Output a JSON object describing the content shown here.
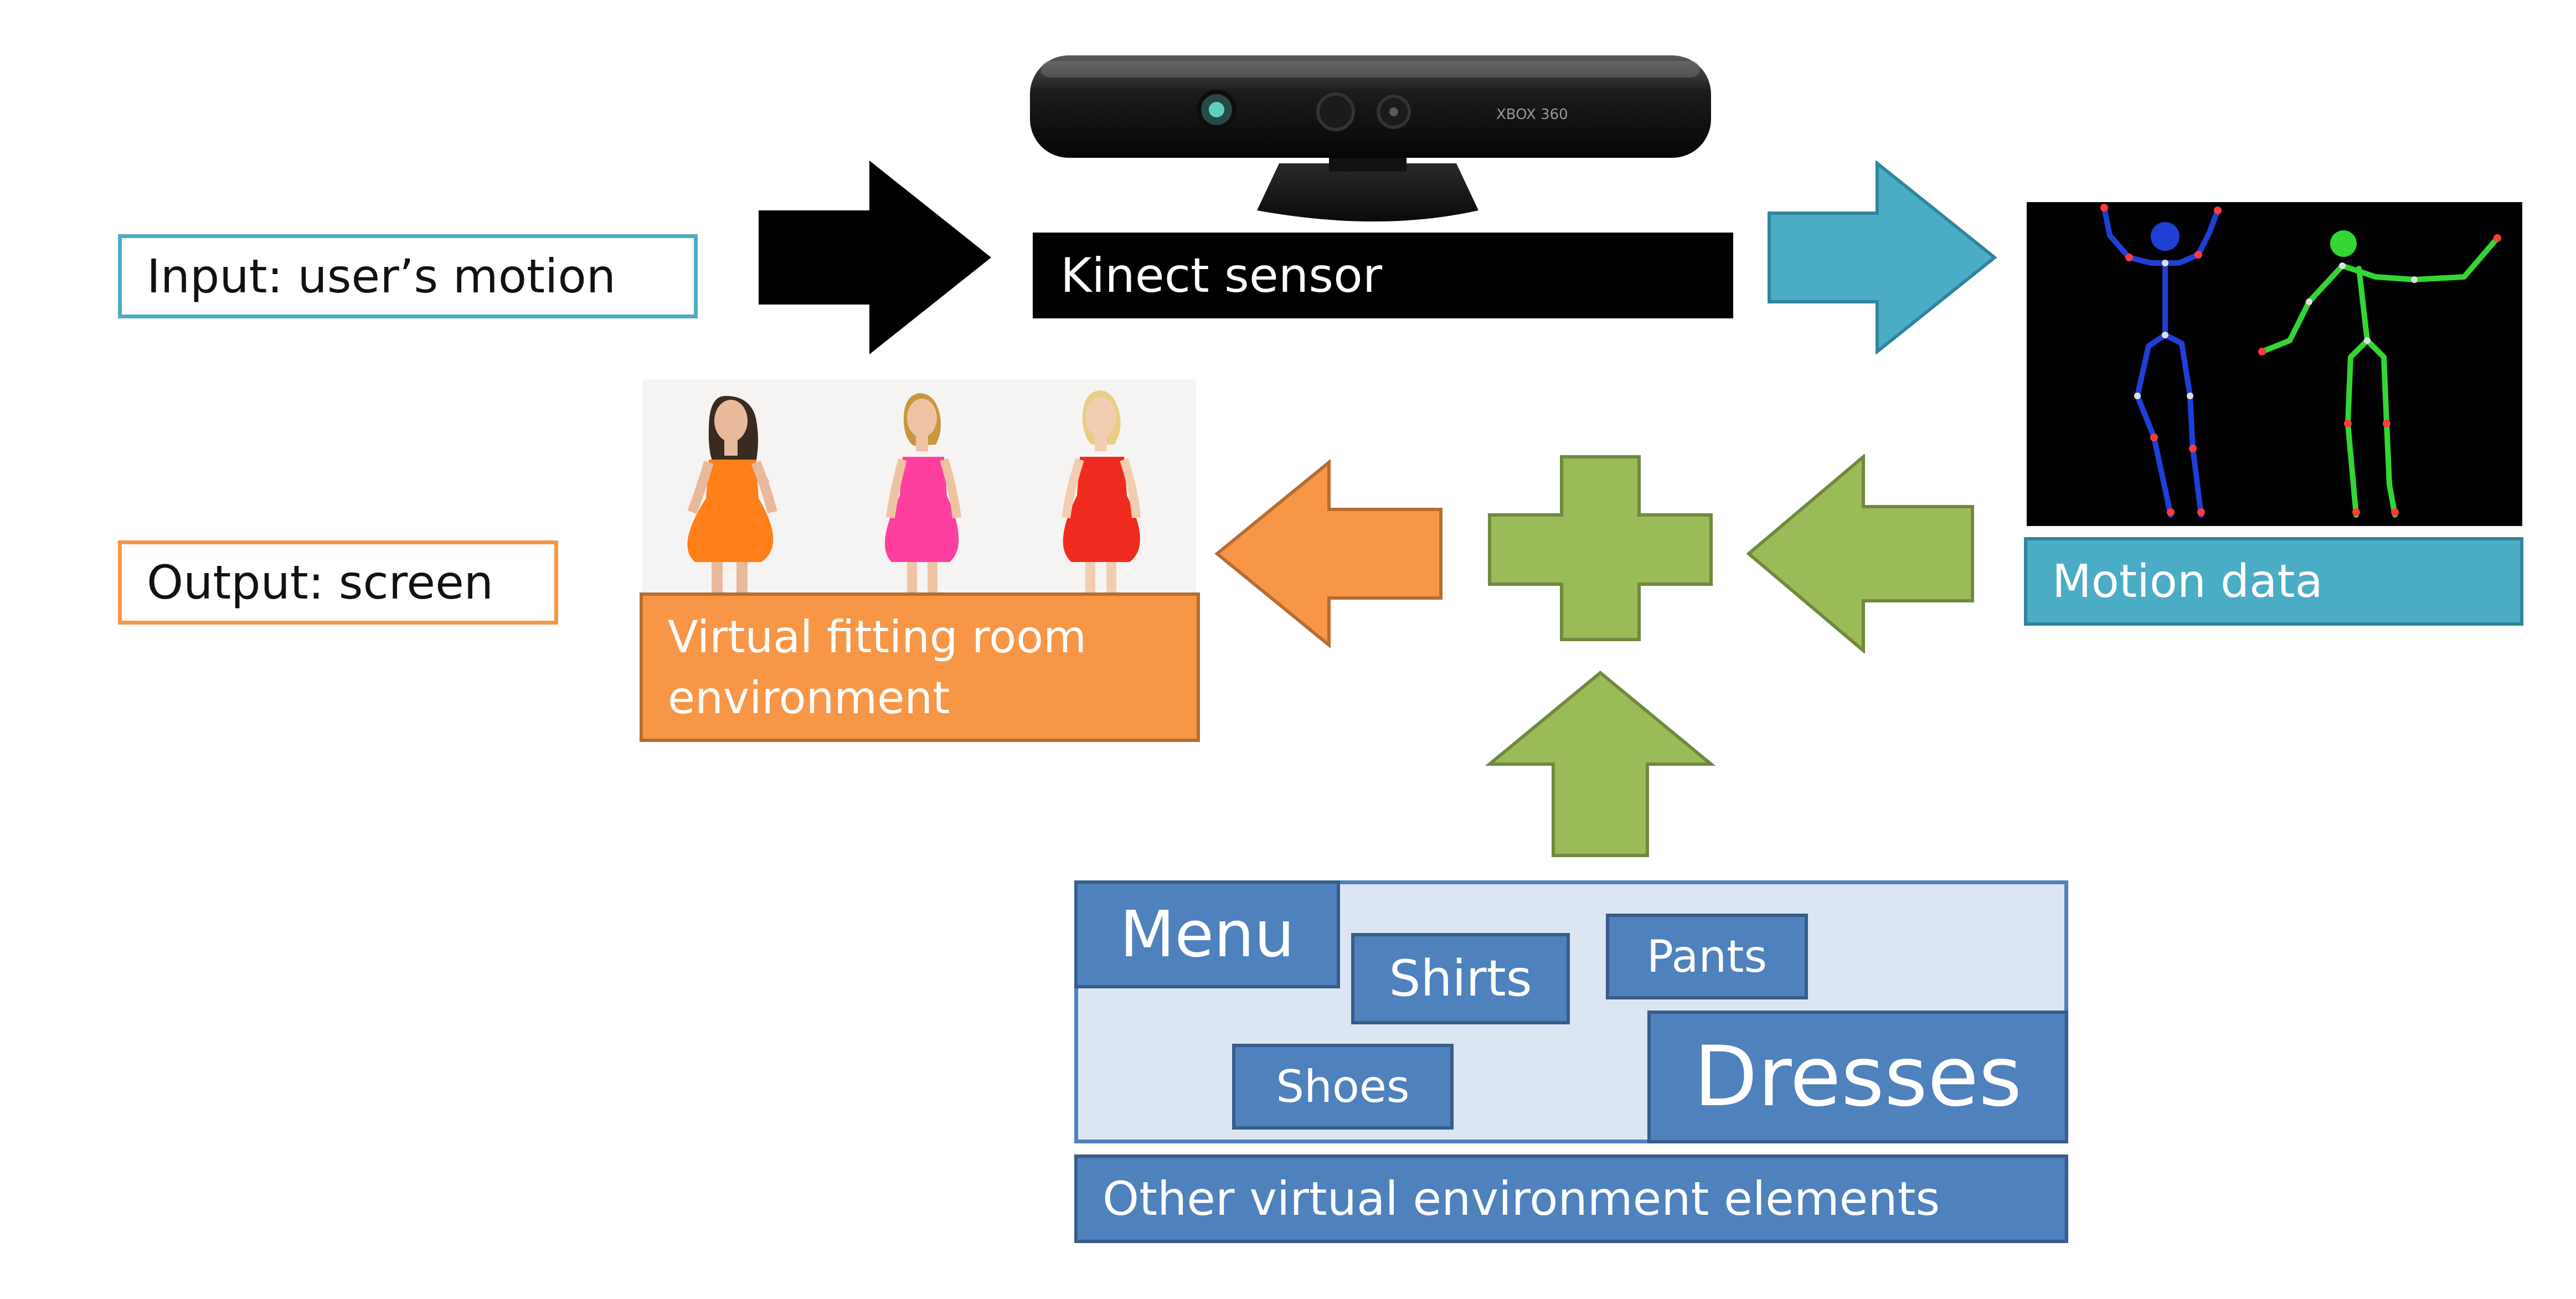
{
  "input_label": "Input: user’s motion",
  "output_label": "Output: screen",
  "kinect_label": "Kinect sensor",
  "kinect_device_text": "XBOX 360",
  "motion_label": "Motion data",
  "vfr_label_line1": "Virtual fitting room",
  "vfr_label_line2": "environment",
  "elements_label": "Other virtual environment elements",
  "menu_items": {
    "menu": "Menu",
    "shirts": "Shirts",
    "pants": "Pants",
    "shoes": "Shoes",
    "dresses": "Dresses"
  },
  "icons": [
    "arrow-right-icon",
    "arrow-left-icon",
    "arrow-up-icon",
    "plus-icon"
  ],
  "colors": {
    "input_border": "#4bacc6",
    "output_border": "#f79646",
    "arrow_black": "#000000",
    "arrow_teal": "#4bacc6",
    "arrow_orange": "#f79646",
    "arrow_green": "#9bbb59",
    "menu_blue": "#4f81bd",
    "menu_panel": "#dce6f2",
    "motion_bg": "#000000",
    "skeleton_blue": "#1f3fd6",
    "skeleton_green": "#33d633",
    "dress_orange": "#ff7f1a",
    "dress_pink": "#ff3fa0",
    "dress_red": "#ee2b1e"
  }
}
